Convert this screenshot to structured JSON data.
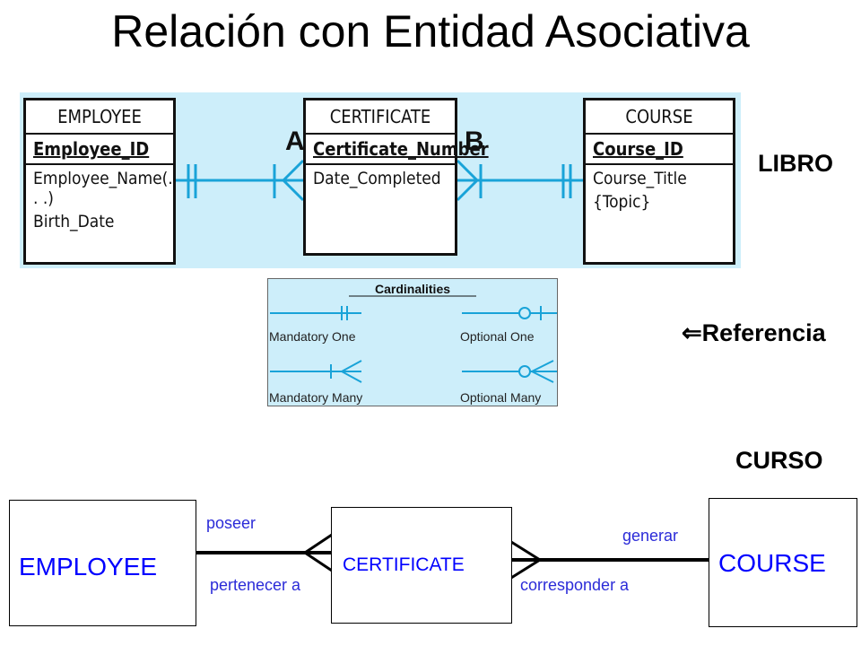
{
  "title": "Relación con Entidad Asociativa",
  "side_labels": {
    "libro": "LIBRO",
    "referencia": "Referencia",
    "curso": "CURSO"
  },
  "erd": {
    "employee": {
      "name": "EMPLOYEE",
      "pk": "Employee_ID",
      "attrs": [
        "Employee_Name(. . .)",
        "Birth_Date"
      ]
    },
    "certificate": {
      "name": "CERTIFICATE",
      "pk": "Certificate_Number",
      "attrs": [
        "Date_Completed"
      ]
    },
    "course": {
      "name": "COURSE",
      "pk": "Course_ID",
      "attrs": [
        "Course_Title",
        "{Topic}"
      ]
    },
    "rel_a": "A",
    "rel_b": "B"
  },
  "cardinalities": {
    "title": "Cardinalities",
    "mandatory_one": "Mandatory One",
    "optional_one": "Optional One",
    "mandatory_many": "Mandatory Many",
    "optional_many": "Optional Many"
  },
  "bottom": {
    "employee": "EMPLOYEE",
    "certificate": "CERTIFICATE",
    "course": "COURSE",
    "poseer": "poseer",
    "pertenecer": "pertenecer a",
    "generar": "generar",
    "corresponder": "corresponder a"
  },
  "colors": {
    "line_blue": "#19a3d8",
    "erd_bg": "#cdeefa",
    "entity_text": "#0000ff",
    "verb_text": "#2b2bd8"
  }
}
